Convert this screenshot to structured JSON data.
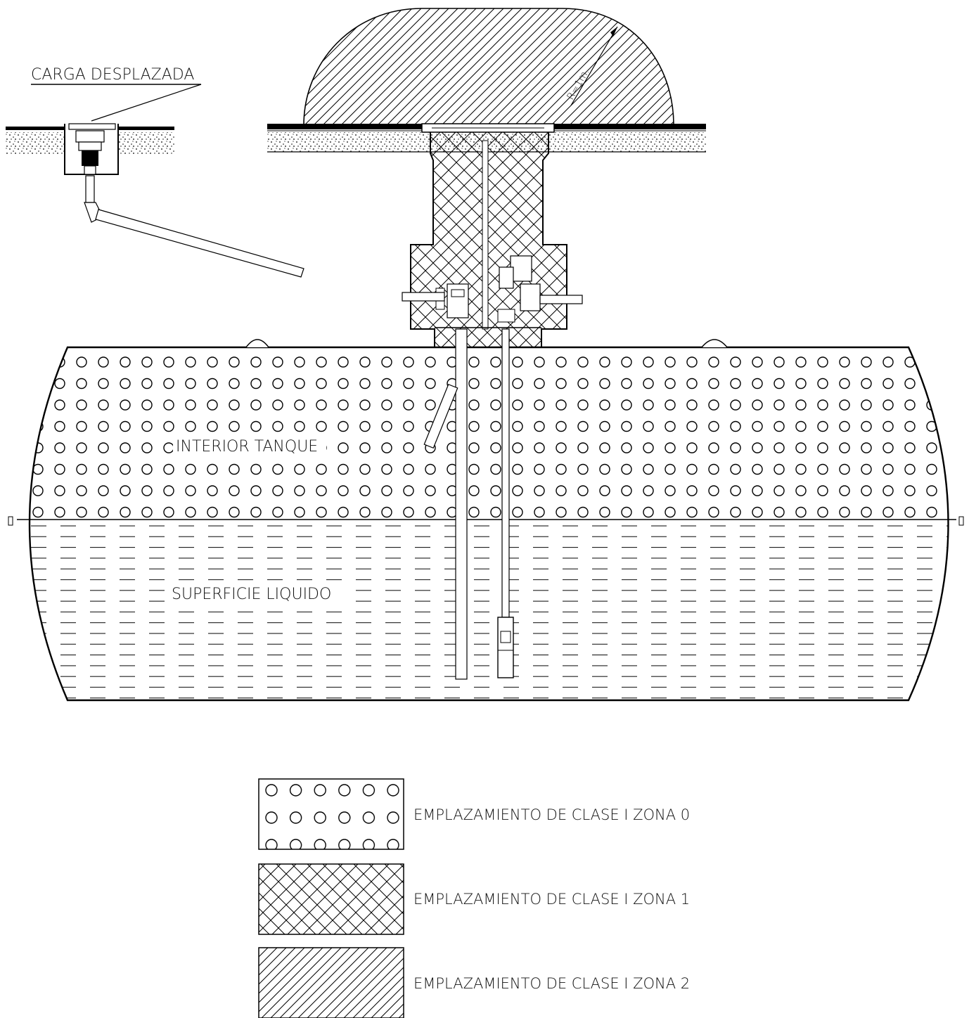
{
  "labels": {
    "carga": "CARGA DESPLAZADA",
    "radius": "R=1m.",
    "interior": "INTERIOR TANQUE",
    "superficie": "SUPERFICIE LIQUIDO"
  },
  "legend": [
    {
      "pattern": "circles",
      "text": "EMPLAZAMIENTO DE CLASE I ZONA 0"
    },
    {
      "pattern": "crosshatch",
      "text": "EMPLAZAMIENTO DE CLASE I ZONA 1"
    },
    {
      "pattern": "diagonal",
      "text": "EMPLAZAMIENTO DE CLASE I ZONA 2"
    }
  ]
}
